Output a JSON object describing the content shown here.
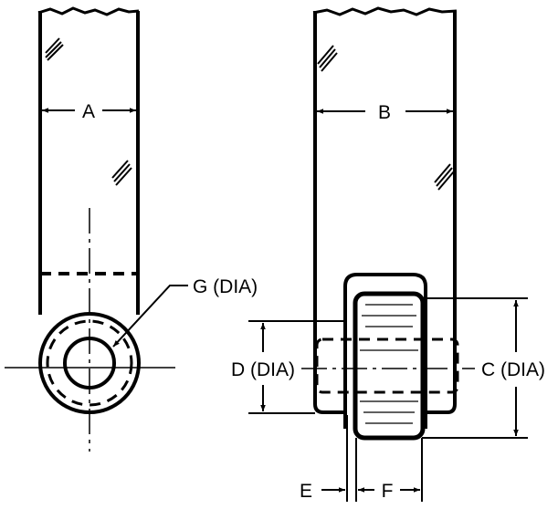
{
  "labels": {
    "a": "A",
    "b": "B",
    "c": "C (DIA)",
    "d": "D (DIA)",
    "e": "E",
    "f": "F",
    "g": "G (DIA)"
  }
}
